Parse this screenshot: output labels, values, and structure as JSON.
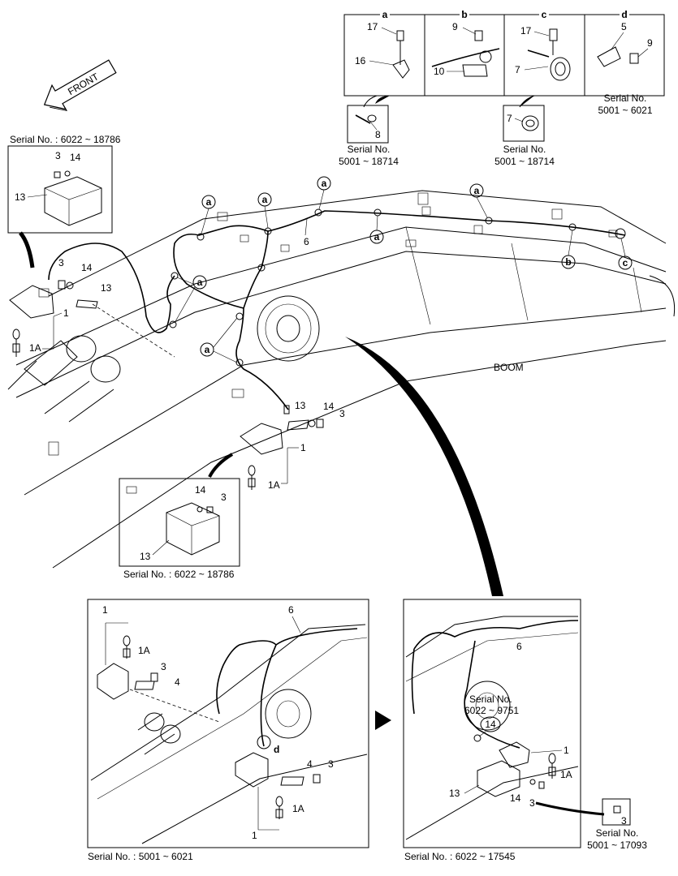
{
  "directions": {
    "front": "FRONT"
  },
  "boom_label": "BOOM",
  "top_detail": {
    "letters": [
      "a",
      "b",
      "c",
      "d"
    ],
    "a": {
      "callout_top": "17",
      "callout_side": "16"
    },
    "b": {
      "callout_top": "9",
      "callout_side": "10"
    },
    "c": {
      "callout_top": "17",
      "callout_side": "7"
    },
    "d": {
      "callout_top": "5",
      "callout_side": "9",
      "serial_label": "Serial No.",
      "serial_range": "5001 ~ 6021"
    },
    "sub_a": {
      "callout": "8",
      "serial_label": "Serial No.",
      "serial_range": "5001 ~ 18714"
    },
    "sub_c": {
      "callout": "7",
      "serial_label": "Serial No.",
      "serial_range": "5001 ~ 18714"
    }
  },
  "left_inset": {
    "serial_text": "Serial No. : 6022 ~ 18786",
    "callouts": [
      "3",
      "14",
      "13"
    ]
  },
  "mid_inset": {
    "serial_text": "Serial No. : 6022 ~ 18786",
    "callouts": [
      "14",
      "3",
      "13"
    ]
  },
  "main_callouts": {
    "clip": "a",
    "harness": "6",
    "clip_b": "b",
    "clip_c": "c",
    "left_lamp": [
      "3",
      "14",
      "13",
      "1",
      "1A"
    ],
    "mid_lamp": [
      "13",
      "14",
      "3",
      "1",
      "1A"
    ]
  },
  "bottom_left": {
    "serial_text": "Serial No. : 5001 ~ 6021",
    "callouts": [
      "1",
      "1A",
      "3",
      "4",
      "6",
      "d",
      "4",
      "3",
      "1A",
      "1"
    ]
  },
  "bottom_right": {
    "serial_text": "Serial No. : 6022 ~ 17545",
    "callouts": [
      "6",
      "14",
      "1",
      "1A",
      "13",
      "14",
      "3"
    ],
    "sub_serial_label": "Serial No.",
    "sub_serial_range": "6022 ~ 9751",
    "corner_callout": "3",
    "corner_serial_label": "Serial No.",
    "corner_serial_range": "5001 ~ 17093"
  }
}
